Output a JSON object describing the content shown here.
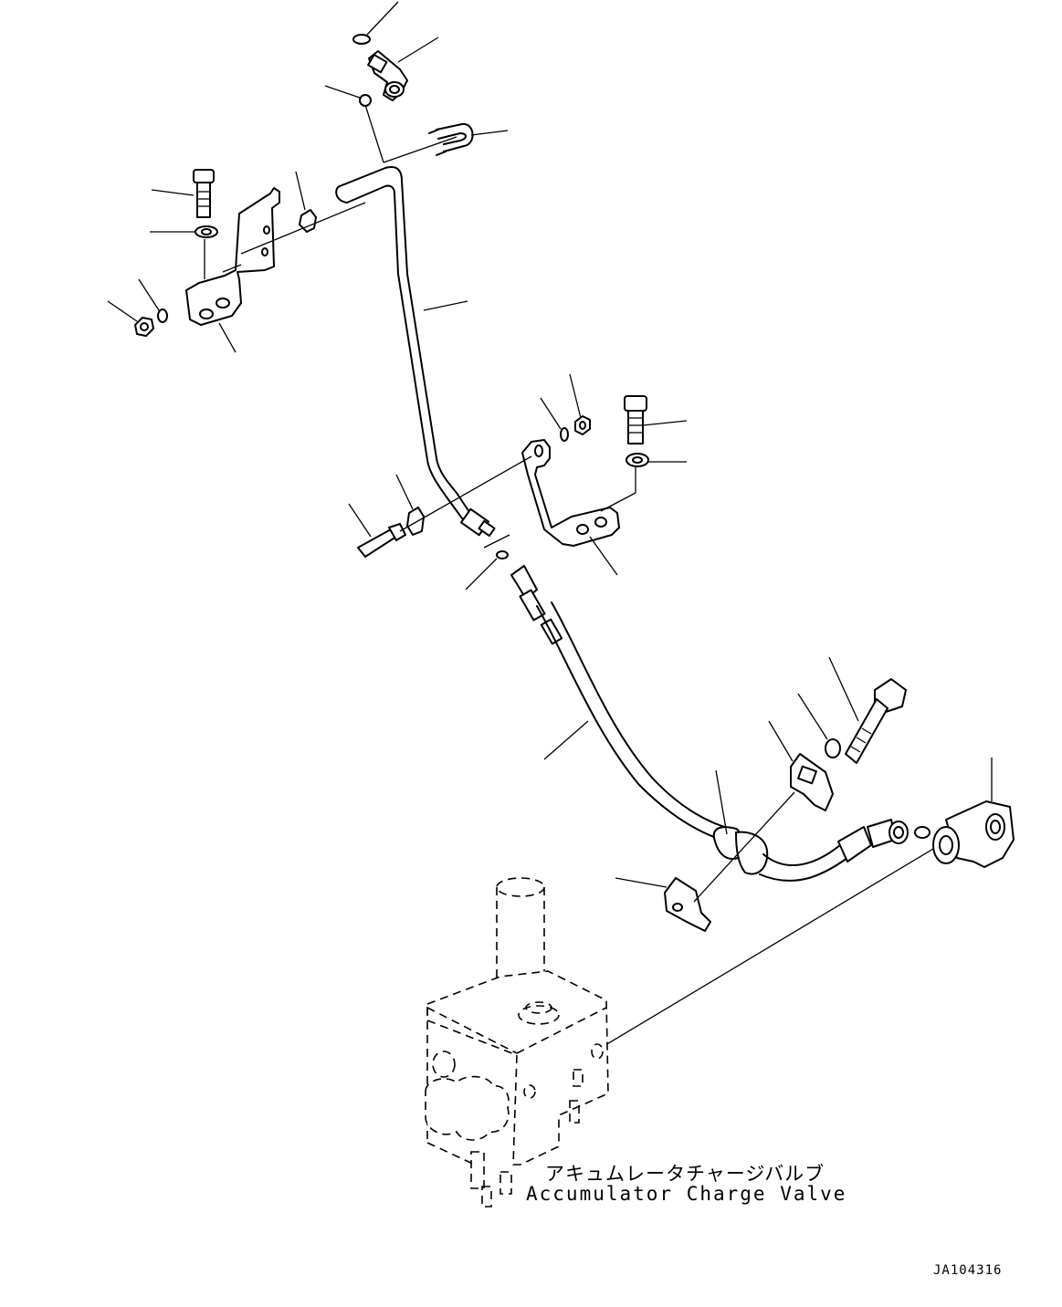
{
  "component_label": {
    "japanese": "アキュムレータチャージバルブ",
    "english": "Accumulator Charge Valve"
  },
  "drawing_number": "JA104316",
  "colors": {
    "line": "#000000",
    "background": "#ffffff"
  }
}
